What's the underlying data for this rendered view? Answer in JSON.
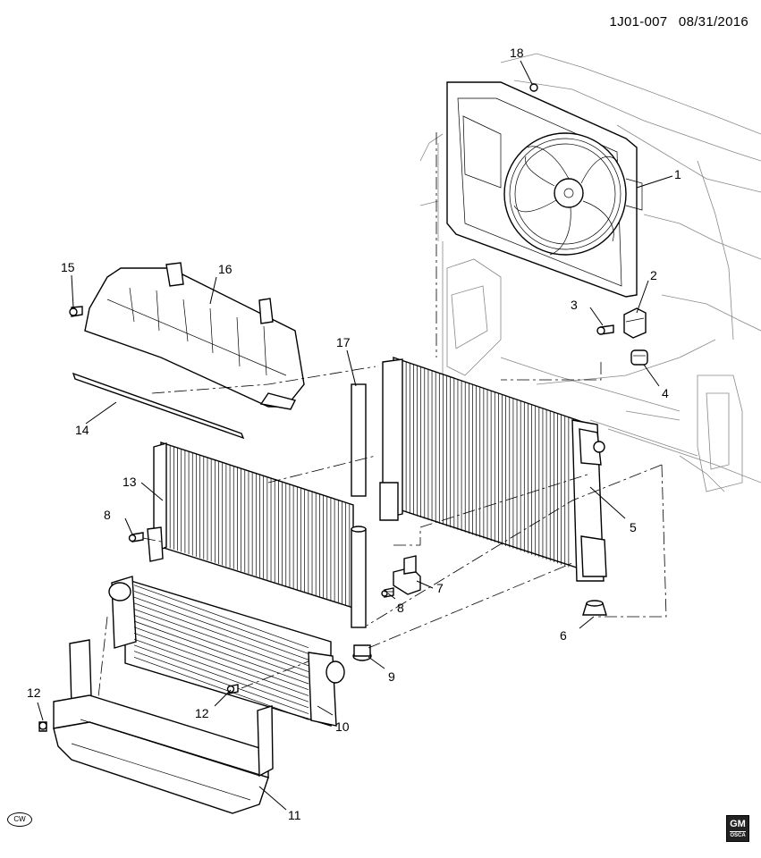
{
  "header": {
    "diagram_code": "1J01-007",
    "date": "08/31/2016"
  },
  "callouts": {
    "c1": "1",
    "c2": "2",
    "c3": "3",
    "c4": "4",
    "c5": "5",
    "c6": "6",
    "c7": "7",
    "c8a": "8",
    "c8b": "8",
    "c9": "9",
    "c10": "10",
    "c11": "11",
    "c12a": "12",
    "c12b": "12",
    "c13": "13",
    "c14": "14",
    "c15": "15",
    "c16": "16",
    "c17": "17",
    "c18": "18"
  },
  "footer": {
    "rotation_mark": "CW",
    "logo": "GM",
    "logo_sub": "OSCA"
  }
}
